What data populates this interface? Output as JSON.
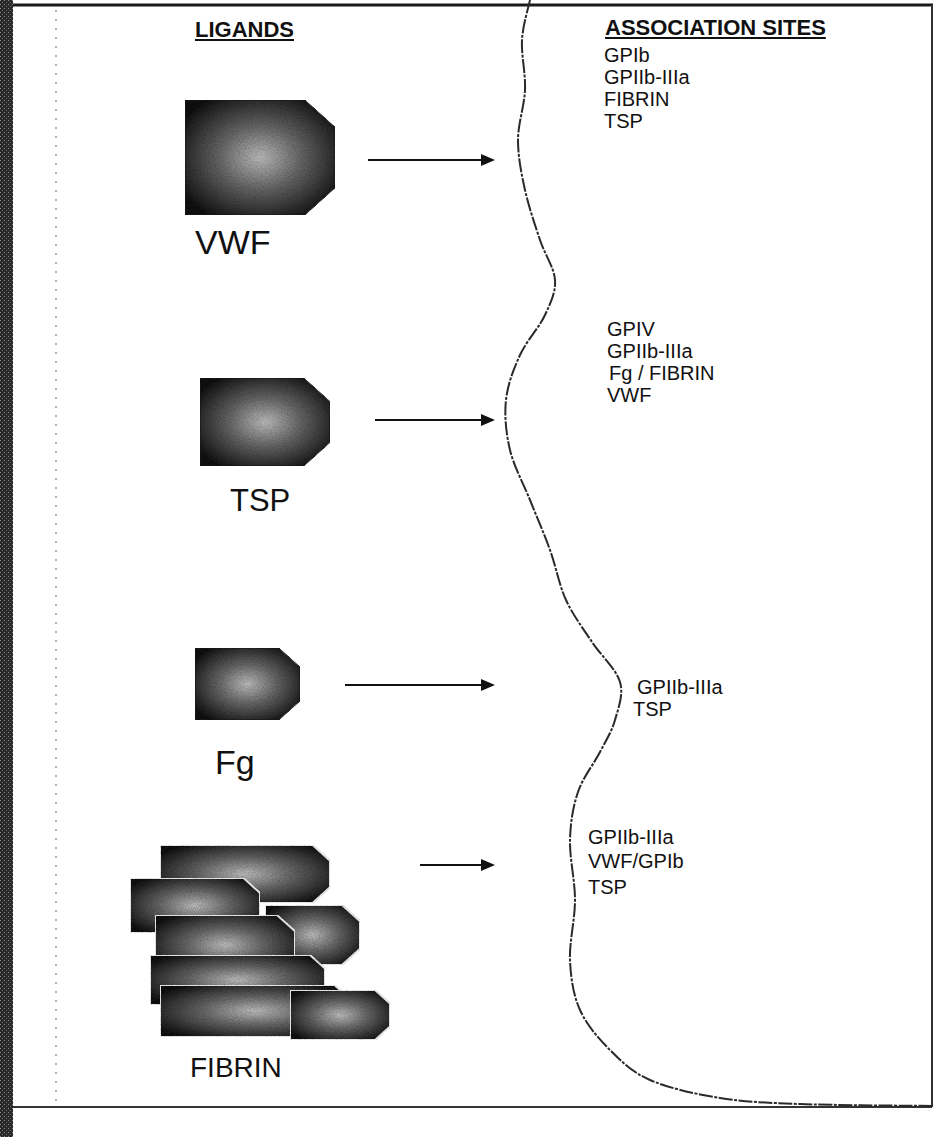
{
  "diagram": {
    "nodes": [
      {
        "text": [
          "VWF"
        ]
      },
      {
        "text": [
          "TSP"
        ]
      },
      {
        "text": [
          "Fg"
        ]
      },
      {
        "text": [
          "FIBRIN"
        ]
      },
      {
        "text": [
          "ASSOCIATION SITES",
          "GPIb",
          "GPIIb-IIIa",
          "FIBRIN",
          "TSP",
          "GPIV",
          "GPIIb-IIIa",
          "Fg / FIBRIN",
          "VWF",
          "GPIIb-IIIa",
          "TSP",
          "GPIIb-IIIa",
          "VWF/GPIb",
          "TSP"
        ]
      }
    ],
    "edges": [
      {
        "from": 0,
        "to": 4,
        "arrow": "to"
      },
      {
        "from": 1,
        "to": 4,
        "arrow": "to"
      },
      {
        "from": 2,
        "to": 4,
        "arrow": "to"
      },
      {
        "from": 3,
        "to": 4,
        "arrow": "to"
      }
    ],
    "labels": [
      "LIGANDS"
    ]
  }
}
